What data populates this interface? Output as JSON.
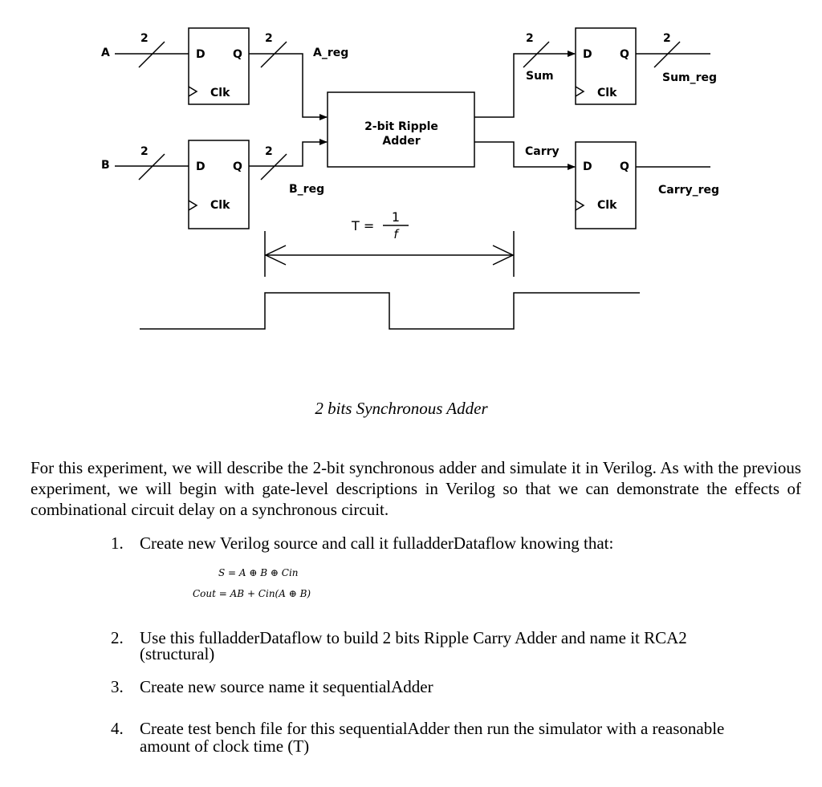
{
  "diagram": {
    "inputs": {
      "a": "A",
      "b": "B"
    },
    "bus_width": "2",
    "flipflop": {
      "d": "D",
      "q": "Q",
      "clk": "Clk"
    },
    "signals": {
      "a_reg": "A_reg",
      "b_reg": "B_reg",
      "sum": "Sum",
      "carry": "Carry",
      "sum_reg": "Sum_reg",
      "carry_reg": "Carry_reg"
    },
    "adder": {
      "line1": "2-bit Ripple",
      "line2": "Adder"
    },
    "period": {
      "lhs": "T =",
      "numerator": "1",
      "denominator": "f"
    }
  },
  "caption": "2 bits Synchronous Adder",
  "paragraph": "For this experiment, we will describe the 2-bit synchronous adder and simulate it in Verilog. As with the previous experiment, we will begin with gate-level descriptions in Verilog so that we can demonstrate the effects of combinational circuit delay on a synchronous circuit.",
  "steps": [
    {
      "num": "1.",
      "line1": "Create new Verilog source and call it fulladderDataflow knowing that:",
      "line2": ""
    },
    {
      "num": "2.",
      "line1": "Use this fulladderDataflow to build 2 bits Ripple Carry Adder and name it RCA2",
      "line2": "(structural)"
    },
    {
      "num": "3.",
      "line1": "Create new source name it sequentialAdder",
      "line2": ""
    },
    {
      "num": "4.",
      "line1": "Create test bench file for this sequentialAdder then run the simulator with a reasonable",
      "line2": "amount of clock time (T)"
    }
  ],
  "equations": {
    "sum": "S = A ⊕ B ⊕ Cin",
    "cout": "Cout = AB + Cin(A ⊕ B)"
  }
}
